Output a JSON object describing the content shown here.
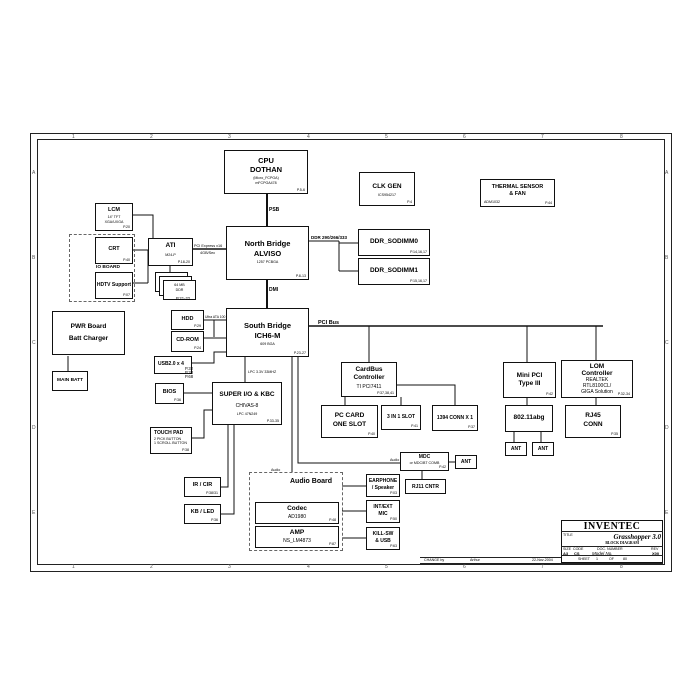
{
  "border": {
    "cols": [
      "1",
      "2",
      "3",
      "4",
      "5",
      "6",
      "7",
      "8"
    ],
    "rows": [
      "A",
      "B",
      "C",
      "D",
      "E"
    ]
  },
  "blocks": {
    "cpu": {
      "title": "CPU",
      "subtitle": "DOTHAN",
      "detail1": "(Micro_FCPGA)",
      "detail2": "mFCPGA478",
      "page": "P.5-6"
    },
    "clkgen": {
      "title": "CLK GEN",
      "detail": "ICS954217",
      "page": "P.4"
    },
    "thermal": {
      "title1": "THERMAL SENSOR",
      "title2": "& FAN",
      "detail": "ADM1032",
      "page": "P.44"
    },
    "lcm": {
      "title": "LCM",
      "detail1": "14\" TFT",
      "detail2": "XGA/UXGA",
      "page": "P.20"
    },
    "crt": {
      "title": "CRT",
      "page": "P.40"
    },
    "ioboard": {
      "title": "IO BOARD"
    },
    "hdtv": {
      "title": "HDTV Support",
      "page": "P.07"
    },
    "ati": {
      "title": "ATI",
      "detail": "M24-P",
      "page": "P.18-20"
    },
    "ddr_mem": {
      "line1": "64 MB",
      "line2": "DDR",
      "page": "P.21-22"
    },
    "northbridge": {
      "title1": "North Bridge",
      "title2": "ALVISO",
      "detail": "1257 PCBGA",
      "page": "P.8-13"
    },
    "sodimm0": {
      "title": "DDR_SODIMM0",
      "page": "P.14,16,17"
    },
    "sodimm1": {
      "title": "DDR_SODIMM1",
      "page": "P.15,16,17"
    },
    "pwrboard": {
      "title1": "PWR Board",
      "title2": "Batt Charger"
    },
    "mainbatt": {
      "title": "MAIN BATT"
    },
    "hdd": {
      "title": "HDD",
      "page": "P.29"
    },
    "cdrom": {
      "title": "CD-ROM",
      "page": "P.24"
    },
    "southbridge": {
      "title1": "South Bridge",
      "title2": "ICH6-M",
      "detail": "609 BGA",
      "page": "P.23-27"
    },
    "usb": {
      "title": "USB2.0 x 4",
      "pages": [
        "P.32",
        "P.33",
        "P.68"
      ]
    },
    "bios": {
      "title": "BIOS",
      "page": "P.36"
    },
    "superio": {
      "title": "SUPER I/O & KBC",
      "detail1": "CHIVAS-8",
      "detail2": "LPC 47N249",
      "page": "P.33-35"
    },
    "touchpad": {
      "title": "TOUCH PAD",
      "detail1": "2 PICK BUTTON",
      "detail2": "1 SCROLL BUTTON",
      "page": "P.38"
    },
    "ircir": {
      "title": "IR / CIR",
      "page": "P.38/31"
    },
    "kbled": {
      "title": "KB / LED",
      "page": "P.36"
    },
    "cardbus": {
      "title1": "CardBus",
      "title2": "Controller",
      "detail": "TI  PCI7411",
      "page": "P.37,38,41"
    },
    "pccard": {
      "title1": "PC CARD",
      "title2": "ONE SLOT",
      "page": "P.40"
    },
    "threeinone": {
      "title": "3 IN 1 SLOT",
      "page": "P.41"
    },
    "conn1394": {
      "title": "1394 CONN X 1",
      "page": "P.37"
    },
    "minipci": {
      "title1": "Mini PCI",
      "title2": "Type III",
      "page": "P.42"
    },
    "wifi": {
      "title": "802.11abg"
    },
    "ant1": {
      "title": "ANT"
    },
    "ant2": {
      "title": "ANT"
    },
    "lom": {
      "title1": "LOM",
      "title2": "Controller",
      "detail1": "REALTEK",
      "detail2": "RTL8100CL/",
      "detail3": "GIGA Solution",
      "page": "P.32-34"
    },
    "rj45": {
      "title1": "RJ45",
      "title2": "CONN",
      "page": "P.35"
    },
    "mdc": {
      "title": "MDC",
      "detail": "or MDC/BT COMB",
      "page": "P.42"
    },
    "ant3": {
      "title": "ANT"
    },
    "rj11": {
      "title": "RJ11 CNTR"
    },
    "audioboard": {
      "title": "Audio  Board"
    },
    "codec": {
      "title": "Codec",
      "detail": "AD1980",
      "page": "P.48"
    },
    "amp": {
      "title": "AMP",
      "detail": "NS_LM4873",
      "page": "P.87"
    },
    "earphone": {
      "title1": "EARPHONE",
      "title2": "/ Speaker",
      "page": "P.03"
    },
    "intext": {
      "title1": "INT/EXT",
      "title2": "MIC",
      "page": "P.50"
    },
    "killsw": {
      "title1": "KILL-SW",
      "title2": "& USB",
      "page": "P.63"
    }
  },
  "bus_labels": {
    "psb": "PSB",
    "ddr": "DDR 290/266/333",
    "pcie": "PCI Express x16",
    "pcie_rate": "4GB/Sec",
    "dmi": "DMI",
    "pcibus": "PCI Bus",
    "ultraata": "Ultra ATA 100",
    "lpc": "LPC 3.3V 33MHZ",
    "audio1": "Audio",
    "audio2": "Audio"
  },
  "title_block": {
    "company": "INVENTEC",
    "project": "Grasshopper 3.0",
    "doc": "BLOCK DIAGRAM",
    "size_label": "SIZE",
    "size": "A3",
    "code_label": "CODE",
    "code": "CS",
    "docnum_label": "DOC. NUMBER",
    "docnum": "Model No.",
    "rev_label": "REV",
    "rev": "X00",
    "changed_by": "CHANGE by",
    "author": "Arthur",
    "date": "22-Nov-2004",
    "sheet_label": "SHEET",
    "sheet": "1",
    "of_label": "OF",
    "of": "80",
    "title_label": "TITLE"
  }
}
